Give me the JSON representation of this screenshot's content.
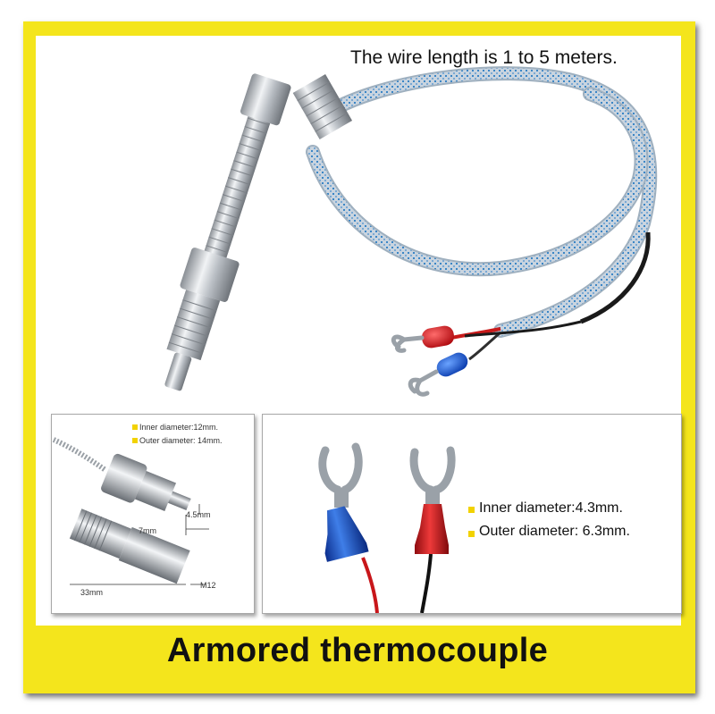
{
  "image": {
    "frame_color": "#f4e51c",
    "tagline": "The wire length is 1 to 5 meters.",
    "title": "Armored thermocouple",
    "probe_detail": {
      "inner_diameter": "Inner diameter:12mm.",
      "outer_diameter": "Outer diameter: 14mm.",
      "tip_size": "4.5mm",
      "tip_length": "7mm",
      "total_length": "33mm",
      "thread": "M12"
    },
    "terminal_detail": {
      "inner_diameter": "Inner diameter:4.3mm.",
      "outer_diameter": "Outer diameter: 6.3mm."
    }
  }
}
